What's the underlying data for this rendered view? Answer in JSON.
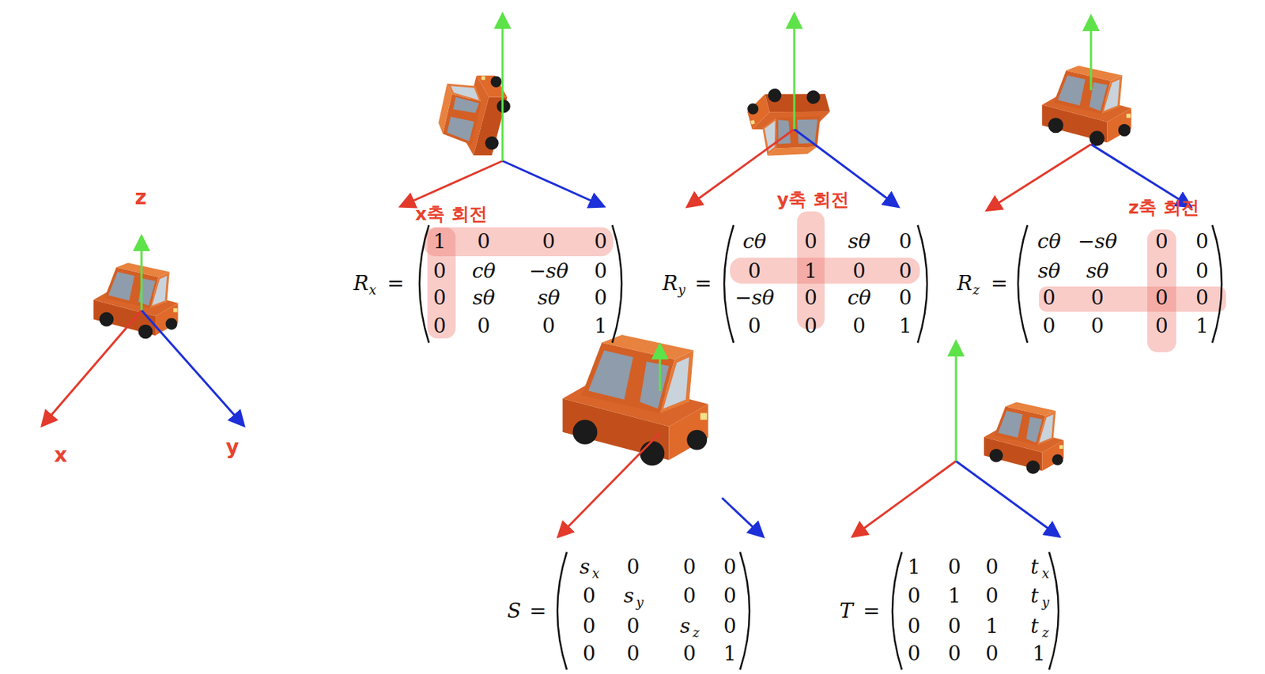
{
  "diagram": {
    "labels": [
      "z",
      "x",
      "y",
      "x축 회전",
      "y축 회전",
      "z축 회전",
      "R",
      "x",
      "=",
      "1",
      "0",
      "0",
      "0",
      "0",
      "cθ",
      "−sθ",
      "0",
      "0",
      "sθ",
      "sθ",
      "0",
      "0",
      "0",
      "0",
      "1",
      "R",
      "y",
      "=",
      "cθ",
      "0",
      "sθ",
      "0",
      "0",
      "1",
      "0",
      "0",
      "−sθ",
      "0",
      "cθ",
      "0",
      "0",
      "0",
      "0",
      "1",
      "R",
      "z",
      "=",
      "cθ",
      "−sθ",
      "0",
      "0",
      "sθ",
      "sθ",
      "0",
      "0",
      "0",
      "0",
      "0",
      "0",
      "0",
      "0",
      "0",
      "1",
      "S",
      "=",
      "s",
      "x",
      "0",
      "0",
      "0",
      "0",
      "s",
      "y",
      "0",
      "0",
      "0",
      "0",
      "s",
      "z",
      "0",
      "0",
      "0",
      "0",
      "1",
      "T",
      "=",
      "1",
      "0",
      "0",
      "t",
      "x",
      "0",
      "1",
      "0",
      "t",
      "y",
      "0",
      "0",
      "1",
      "t",
      "z",
      "0",
      "0",
      "0",
      "1"
    ]
  }
}
